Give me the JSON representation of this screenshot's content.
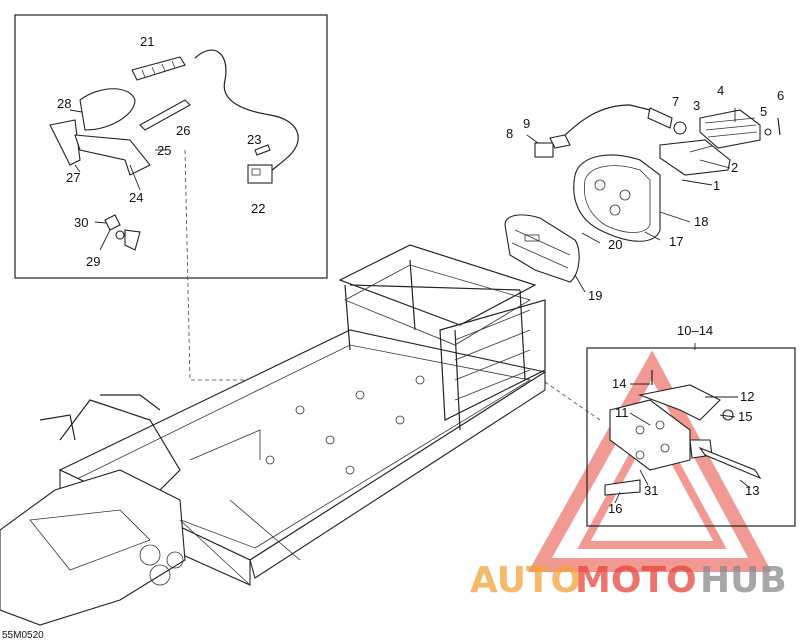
{
  "diagram": {
    "code": "55M0520",
    "callouts": {
      "c1": "1",
      "c2": "2",
      "c3": "3",
      "c4": "4",
      "c5": "5",
      "c6": "6",
      "c7": "7",
      "c8": "8",
      "c9": "9",
      "c10_14": "10–14",
      "c11": "11",
      "c12": "12",
      "c13": "13",
      "c14": "14",
      "c15": "15",
      "c16": "16",
      "c17": "17",
      "c18": "18",
      "c19": "19",
      "c20": "20",
      "c21": "21",
      "c22": "22",
      "c23": "23",
      "c24": "24",
      "c25": "25",
      "c26": "26",
      "c27": "27",
      "c28": "28",
      "c29": "29",
      "c30": "30",
      "c31": "31"
    }
  },
  "watermark": {
    "part1": "AUTO",
    "part2": "MOTO",
    "part3": "HUB",
    "colors": {
      "red": "#e8463c",
      "orange": "#f2a23a",
      "gray": "#8a8a8a"
    }
  }
}
